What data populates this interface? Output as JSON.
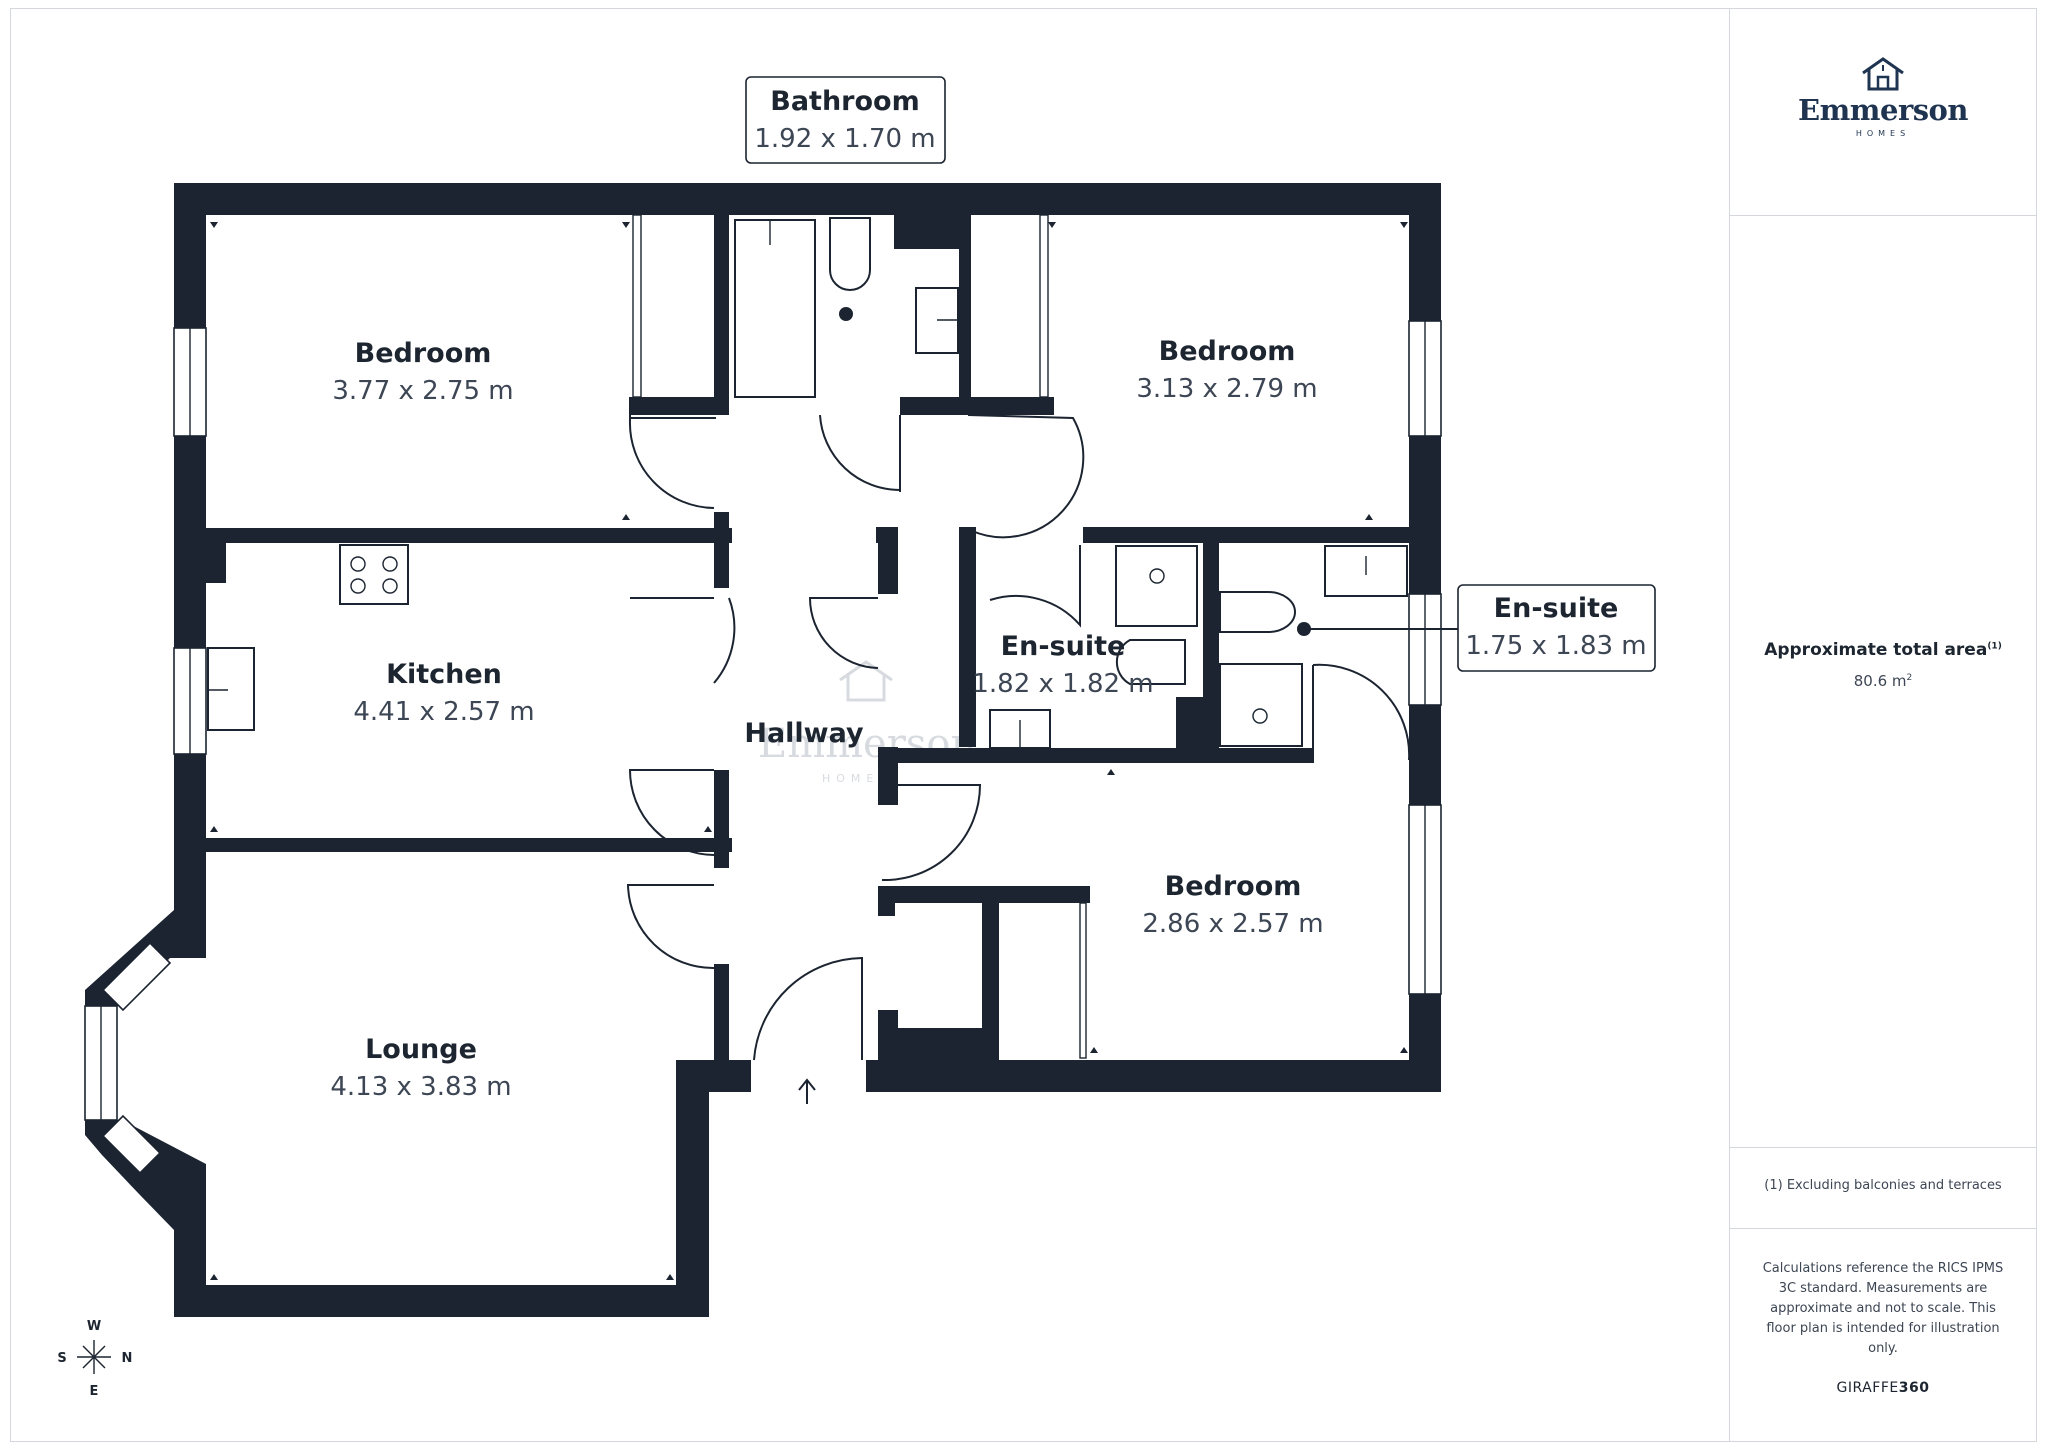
{
  "rooms": [
    {
      "name": "Bathroom",
      "dims": "1.92 x 1.70 m"
    },
    {
      "name": "Bedroom",
      "dims": "3.77 x 2.75 m"
    },
    {
      "name": "Bedroom",
      "dims": "3.13 x 2.79 m"
    },
    {
      "name": "Kitchen",
      "dims": "4.41 x 2.57 m"
    },
    {
      "name": "En-suite",
      "dims": "1.82 x 1.82 m"
    },
    {
      "name": "En-suite",
      "dims": "1.75 x 1.83 m"
    },
    {
      "name": "Hallway",
      "dims": ""
    },
    {
      "name": "Bedroom",
      "dims": "2.86 x 2.57 m"
    },
    {
      "name": "Lounge",
      "dims": "4.13 x 3.83 m"
    }
  ],
  "compass": {
    "w": "W",
    "s": "S",
    "n": "N",
    "e": "E"
  },
  "brand": {
    "name": "Emmerson",
    "sub": "HOMES"
  },
  "watermark": {
    "name": "Emmerson",
    "sub": "HOMES"
  },
  "sidebar": {
    "area_label": "Approximate total area",
    "area_note_marker": "(1)",
    "area_value": "80.6 m",
    "area_unit_sup": "2",
    "footnote": "(1) Excluding balconies and terraces",
    "disclaimer": "Calculations reference the RICS IPMS 3C standard. Measurements are approximate and not to scale. This floor plan is intended for illustration only.",
    "credit_prefix": "GIRAFFE",
    "credit_suffix": "360"
  },
  "colors": {
    "wall": "#1b2430",
    "text": "#1c2530",
    "brand": "#1f3450"
  }
}
